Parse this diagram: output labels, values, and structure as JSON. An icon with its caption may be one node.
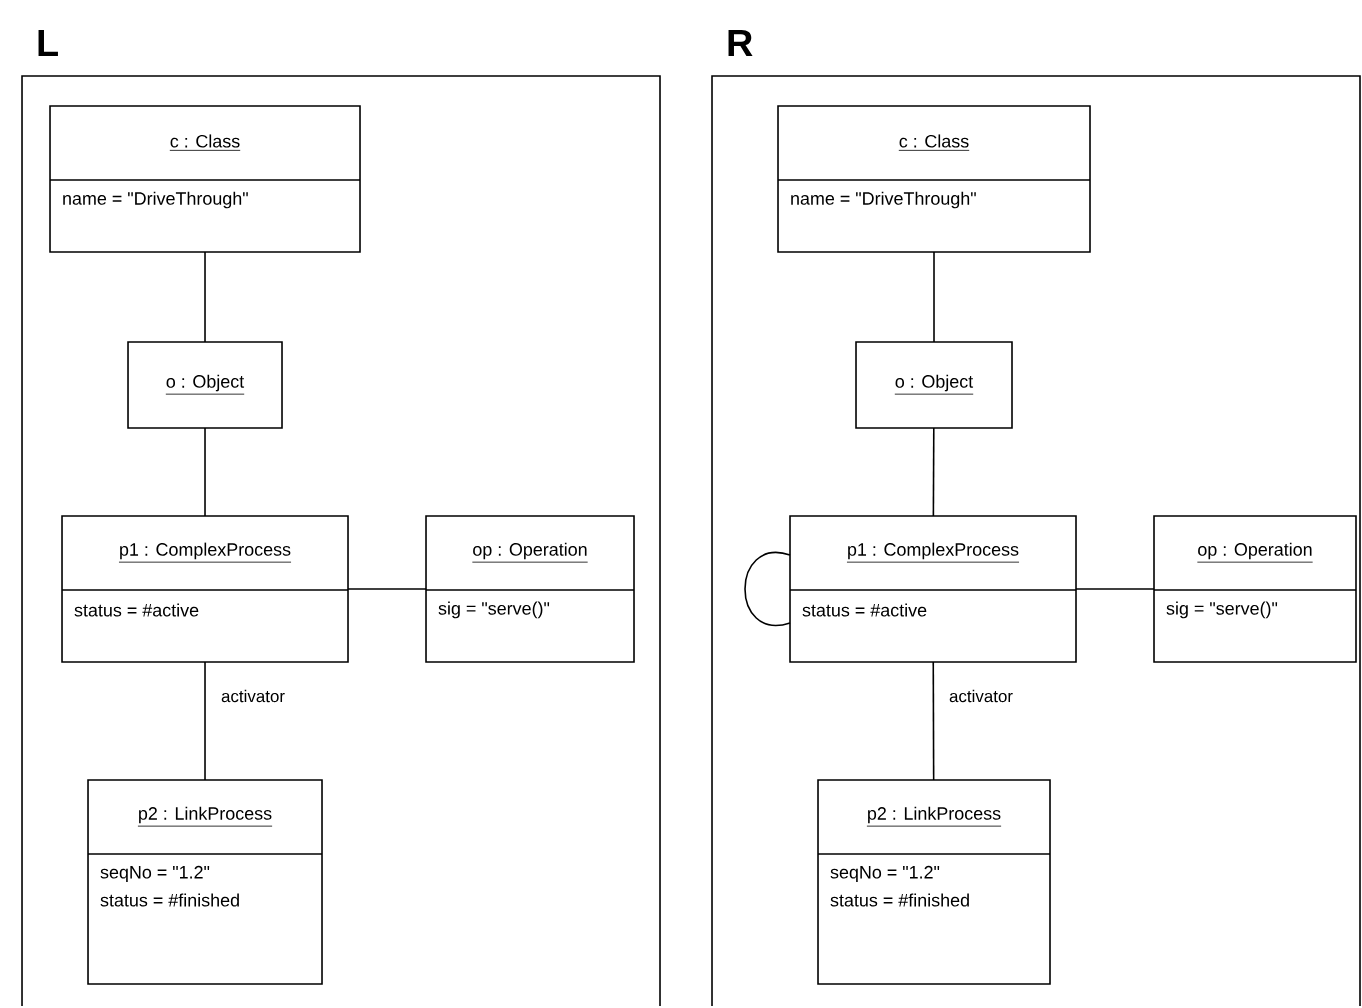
{
  "diagram": {
    "nodes": [
      {
        "text": [
          "L"
        ]
      },
      {
        "text": [
          "c : Class",
          "name = \"DriveThrough\""
        ],
        "in": 0
      },
      {
        "text": [
          "o : Object"
        ],
        "in": 0
      },
      {
        "text": [
          "p1 : ComplexProcess",
          "status = #active"
        ],
        "in": 0
      },
      {
        "text": [
          "op : Operation",
          "sig = \"serve()\""
        ],
        "in": 0
      },
      {
        "text": [
          "p2 : LinkProcess",
          "seqNo = \"1.2\"",
          "status = #finished"
        ],
        "in": 0
      },
      {
        "text": [
          "R"
        ]
      },
      {
        "text": [
          "c : Class",
          "name = \"DriveThrough\""
        ],
        "in": 6
      },
      {
        "text": [
          "o : Object"
        ],
        "in": 6
      },
      {
        "text": [
          "p1 : ComplexProcess",
          "status = #active"
        ],
        "in": 6
      },
      {
        "text": [
          "op : Operation",
          "sig = \"serve()\""
        ],
        "in": 6
      },
      {
        "text": [
          "p2 : LinkProcess",
          "seqNo = \"1.2\"",
          "status = #finished"
        ],
        "in": 6
      }
    ],
    "edges": [
      {
        "from": 1,
        "to": 2,
        "arrow": "none"
      },
      {
        "from": 2,
        "to": 3,
        "arrow": "none"
      },
      {
        "from": 3,
        "to": 4,
        "arrow": "none"
      },
      {
        "from": 3,
        "to": 5,
        "label": "activator",
        "arrow": "none"
      },
      {
        "from": 7,
        "to": 8,
        "arrow": "none"
      },
      {
        "from": 8,
        "to": 9,
        "arrow": "none"
      },
      {
        "from": 9,
        "to": 9,
        "arrow": "none"
      },
      {
        "from": 9,
        "to": 10,
        "arrow": "none"
      },
      {
        "from": 9,
        "to": 11,
        "label": "activator",
        "arrow": "none"
      }
    ]
  }
}
